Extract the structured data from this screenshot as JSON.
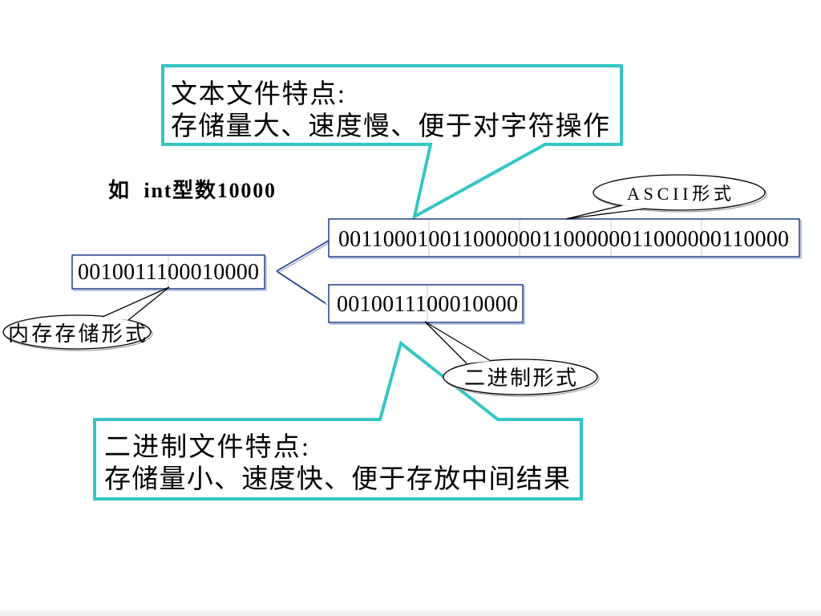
{
  "slide": {
    "intro_text": "如  int型数10000",
    "memory_value": "0010011100010000",
    "ascii_value": "0011000100110000001100000011000000110000",
    "binary_value": "0010011100010000"
  },
  "callouts": {
    "text_file": {
      "title": "文本文件特点:",
      "body": "存储量大、速度慢、便于对字符操作"
    },
    "binary_file": {
      "title": "二进制文件特点:",
      "body": "存储量小、速度快、便于存放中间结果"
    }
  },
  "labels": {
    "ascii_form": "ASCII形式",
    "memory_form": "内存存储形式",
    "binary_form": "二进制形式"
  },
  "colors": {
    "callout_border": "#36C5C5",
    "box_border": "#1F3D8A",
    "text": "#000000"
  }
}
